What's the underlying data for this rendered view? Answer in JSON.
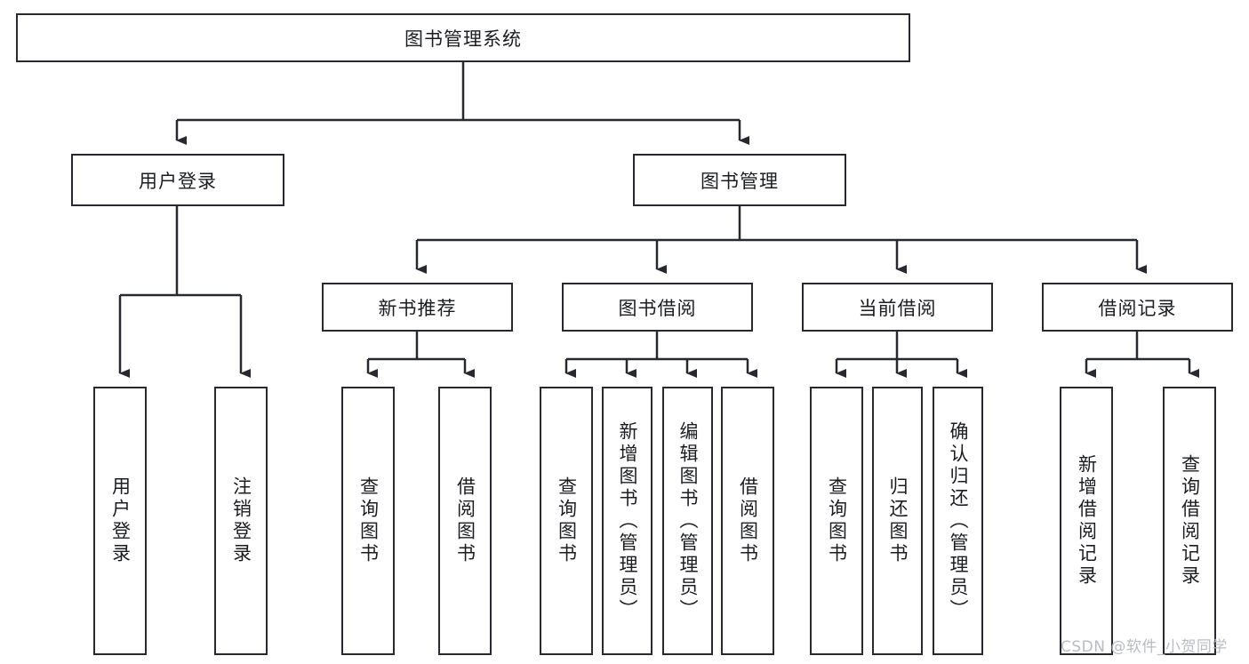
{
  "diagram": {
    "type": "tree",
    "title": "图书管理系统",
    "root": {
      "label": "图书管理系统"
    },
    "level2": [
      {
        "label": "用户登录"
      },
      {
        "label": "图书管理"
      }
    ],
    "level3": [
      {
        "label": "新书推荐"
      },
      {
        "label": "图书借阅"
      },
      {
        "label": "当前借阅"
      },
      {
        "label": "借阅记录"
      }
    ],
    "leaves": {
      "user_login": [
        {
          "label": "用户登录"
        },
        {
          "label": "注销登录"
        }
      ],
      "new_book_recommend": [
        {
          "label": "查询图书"
        },
        {
          "label": "借阅图书"
        }
      ],
      "book_borrow": [
        {
          "label": "查询图书"
        },
        {
          "label": "新增图书（管理员）"
        },
        {
          "label": "编辑图书（管理员）"
        },
        {
          "label": "借阅图书"
        }
      ],
      "current_borrow": [
        {
          "label": "查询图书"
        },
        {
          "label": "归还图书"
        },
        {
          "label": "确认归还（管理员）"
        }
      ],
      "borrow_records": [
        {
          "label": "新增借阅记录"
        },
        {
          "label": "查询借阅记录"
        }
      ]
    }
  },
  "watermark": {
    "text": "CSDN @软件_小贺同学"
  },
  "colors": {
    "stroke": "#27292e",
    "fill": "#ffffff",
    "text": "#1b1d21",
    "watermark": "#b9bcc2"
  }
}
